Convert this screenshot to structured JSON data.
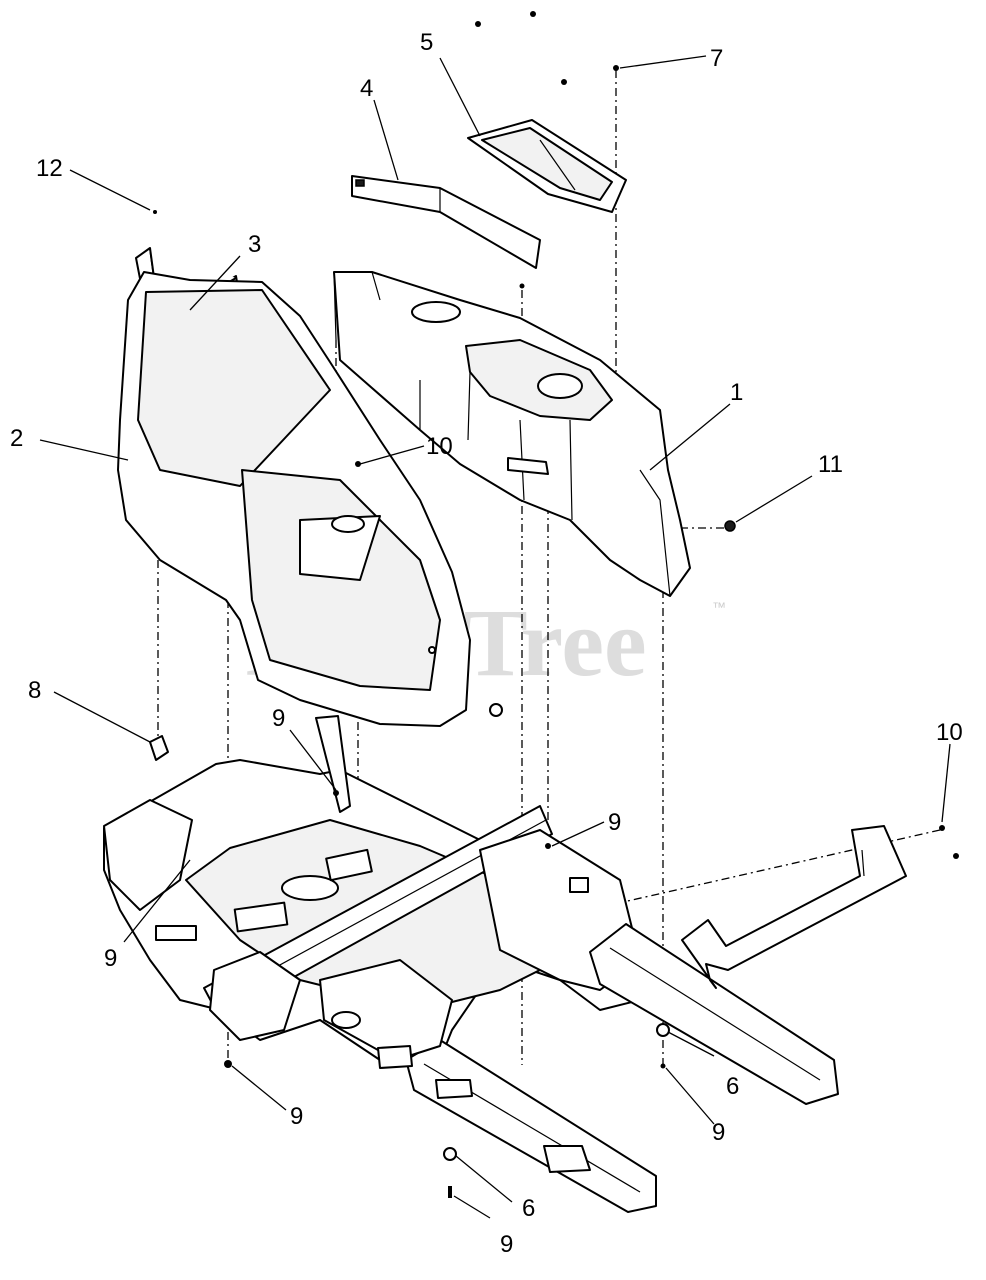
{
  "watermark": {
    "text": "PartsTree",
    "trademark": "™"
  },
  "callouts": [
    {
      "id": "c-12a",
      "label": "12"
    },
    {
      "id": "c-3",
      "label": "3"
    },
    {
      "id": "c-4",
      "label": "4"
    },
    {
      "id": "c-5",
      "label": "5"
    },
    {
      "id": "c-7",
      "label": "7"
    },
    {
      "id": "c-1",
      "label": "1"
    },
    {
      "id": "c-11",
      "label": "11"
    },
    {
      "id": "c-2",
      "label": "2"
    },
    {
      "id": "c-10a",
      "label": "10"
    },
    {
      "id": "c-8",
      "label": "8"
    },
    {
      "id": "c-9a",
      "label": "9"
    },
    {
      "id": "c-10b",
      "label": "10"
    },
    {
      "id": "c-9b",
      "label": "9"
    },
    {
      "id": "c-9c",
      "label": "9"
    },
    {
      "id": "c-9d",
      "label": "9"
    },
    {
      "id": "c-6a",
      "label": "6"
    },
    {
      "id": "c-9e",
      "label": "9"
    },
    {
      "id": "c-6b",
      "label": "6"
    },
    {
      "id": "c-9f",
      "label": "9"
    }
  ]
}
